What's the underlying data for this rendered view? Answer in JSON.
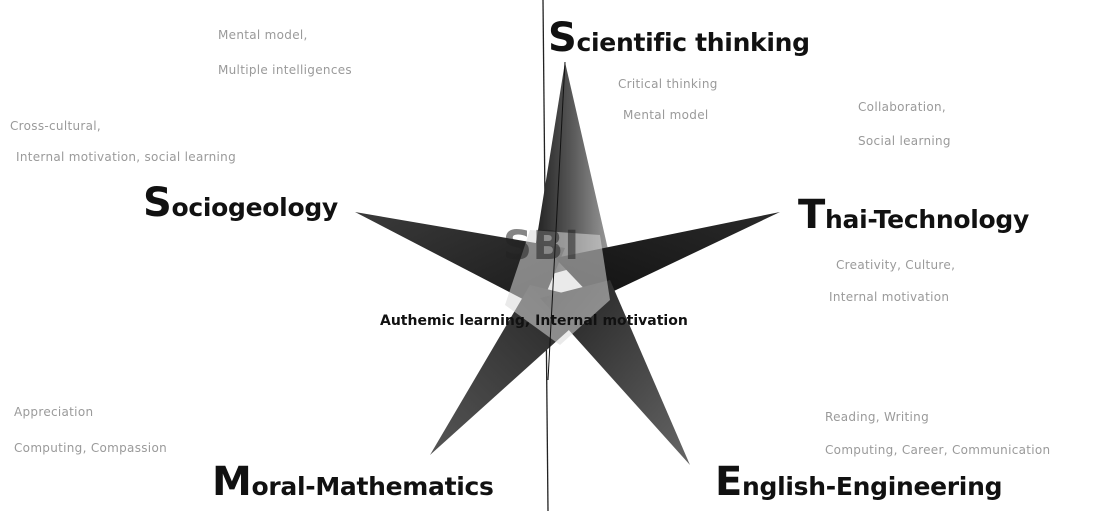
{
  "diagram": {
    "center": {
      "acronym": "SBI",
      "tagline": "Authemic learning, Internal motivation"
    },
    "points": {
      "scientific": {
        "initial": "S",
        "rest": "cientific thinking",
        "notes": [
          "Critical thinking",
          "Mental model"
        ]
      },
      "thai": {
        "initial": "T",
        "rest": "hai-Technology",
        "notes": [
          "Creativity, Culture,",
          "Internal motivation"
        ]
      },
      "english": {
        "initial": "E",
        "rest": "nglish-Engineering",
        "notes": [
          "Reading, Writing",
          "Computing, Career, Communication"
        ]
      },
      "moral": {
        "initial": "M",
        "rest": "oral-Mathematics",
        "notes": [
          "Appreciation",
          "Computing, Compassion"
        ]
      },
      "socio": {
        "initial": "S",
        "rest": "ociogeology",
        "notes": [
          "Cross-cultural,",
          "Internal motivation, social learning"
        ]
      }
    },
    "extra_notes": {
      "top_left": [
        "Mental model,",
        "Multiple intelligences"
      ],
      "top_right": [
        "Collaboration,",
        "Social learning"
      ]
    }
  }
}
